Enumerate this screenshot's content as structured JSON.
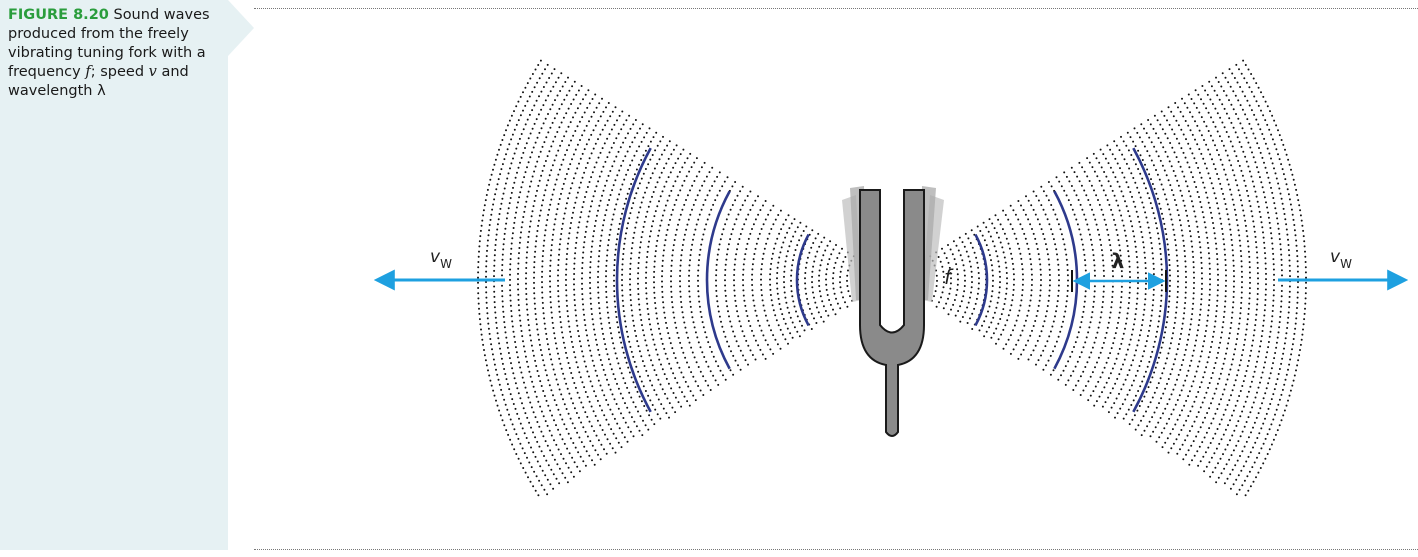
{
  "figure": {
    "label": "FIGURE 8.20",
    "caption_parts": [
      {
        "text": " Sound waves produced from the freely vibrating tuning fork with a frequency ",
        "italic": false
      },
      {
        "text": "f",
        "italic": true
      },
      {
        "text": "; speed ",
        "italic": false
      },
      {
        "text": "v",
        "italic": true
      },
      {
        "text": " and wavelength λ",
        "italic": false
      }
    ]
  },
  "diagram": {
    "left_velocity": {
      "main": "v",
      "sub": "W"
    },
    "right_velocity": {
      "main": "v",
      "sub": "W"
    },
    "frequency_label": "f",
    "wavelength_label": "λ"
  },
  "colors": {
    "accent_green": "#2a9d3c",
    "wave_blue": "#2e3a8c",
    "arrow_blue": "#1ea0e0",
    "fork_gray": "#8a8a8a",
    "sidebar_bg": "#e6f1f3"
  },
  "icons": [
    "tuning-fork-icon",
    "arrow-left-icon",
    "arrow-right-icon"
  ]
}
